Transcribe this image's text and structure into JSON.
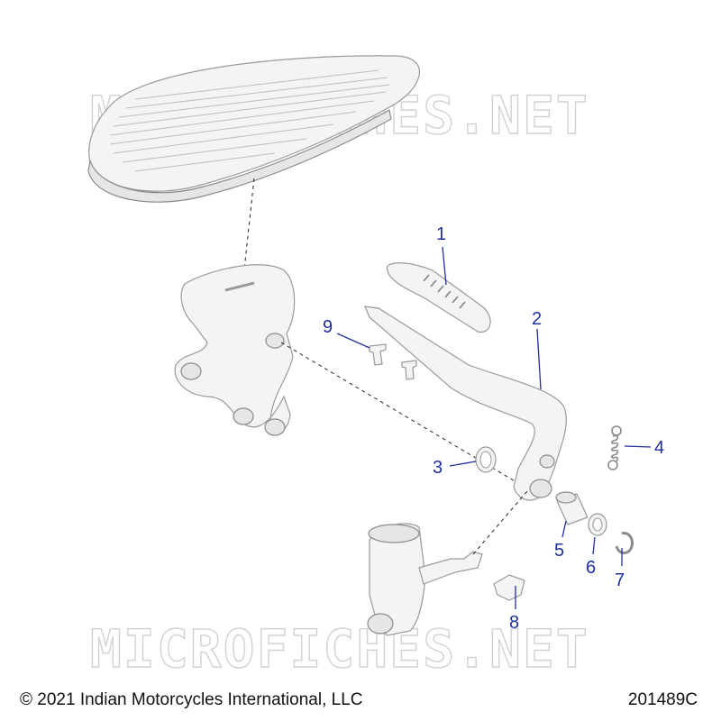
{
  "watermark": {
    "text_top": "MICROFICHES.NET",
    "text_bottom": "MICROFICHES.NET"
  },
  "footer": {
    "copyright": "© 2021 Indian Motorcycles International, LLC",
    "diagram_code": "201489C"
  },
  "callouts": [
    "1",
    "2",
    "3",
    "4",
    "5",
    "6",
    "7",
    "8",
    "9"
  ],
  "colors": {
    "callout": "#1f2f9e",
    "part_outline": "#9a9a9a",
    "watermark": "#d2d2d2"
  }
}
